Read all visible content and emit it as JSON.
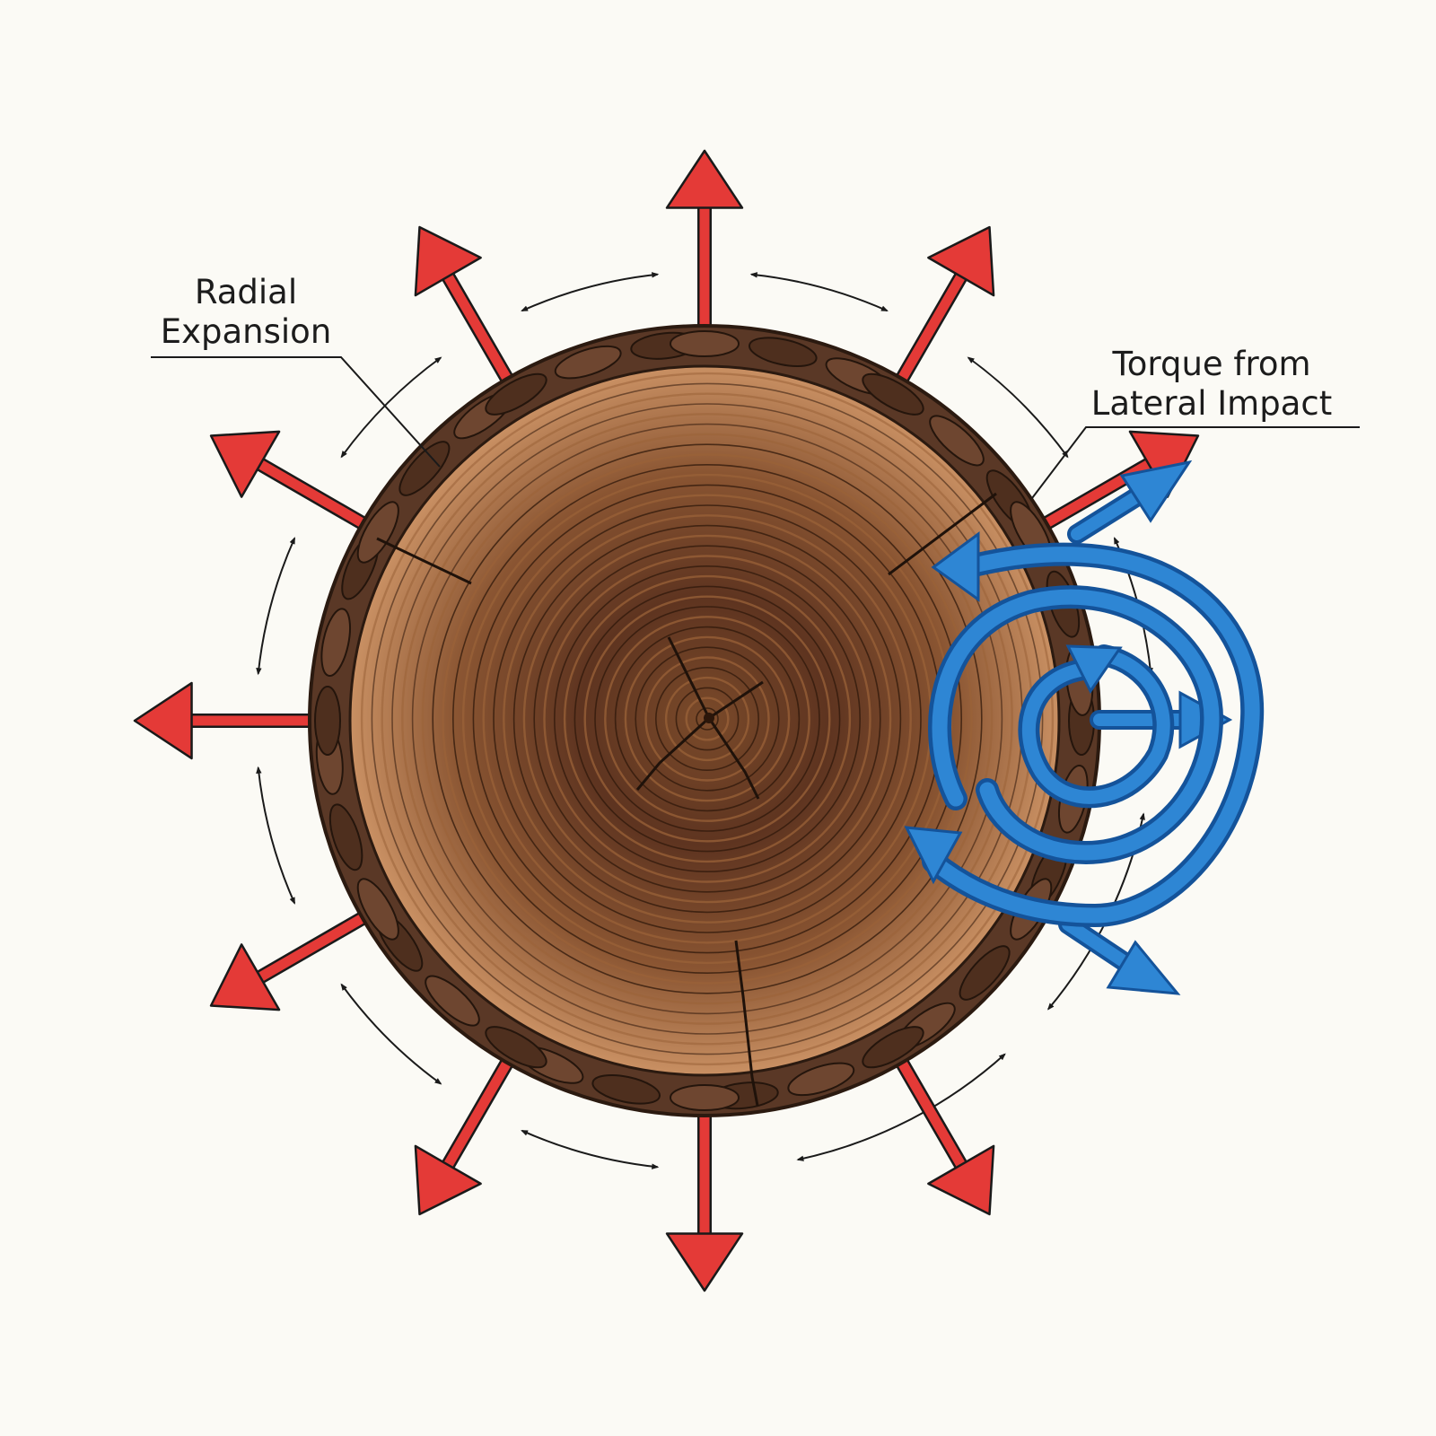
{
  "labels": {
    "radial_line1": "Radial",
    "radial_line2": "Expansion",
    "torque_line1": "Torque from",
    "torque_line2": "Lateral Impact"
  },
  "colors": {
    "background": "#fbfaf5",
    "radial_arrow": "#e43a37",
    "torque_arrow": "#2e86d4",
    "torque_outline": "#14539a",
    "bark": "#5a3826",
    "wood_light": "#c48c5a",
    "wood_dark": "#5a3019"
  },
  "icons": {
    "radial": "red-radial-arrow-icon",
    "torque": "blue-spiral-arrow-icon",
    "tangential": "double-headed-arc-arrow-icon"
  },
  "diagram": {
    "radial_arrow_count": 12,
    "torque_spiral_turns": 3
  }
}
